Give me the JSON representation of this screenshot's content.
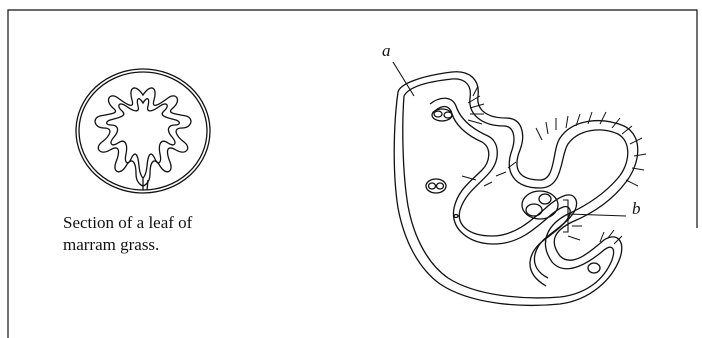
{
  "caption": {
    "line1": "Section of a leaf of",
    "line2": "marram grass."
  },
  "labels": {
    "a": "a",
    "b": "b"
  },
  "colors": {
    "stroke": "#111111",
    "background": "#ffffff"
  }
}
